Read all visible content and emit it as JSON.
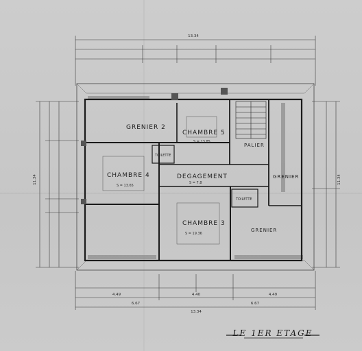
{
  "title": "LE 1ER ETAGE",
  "rooms": {
    "grenier_2": "GRENIER 2",
    "chambre_5": "CHAMBRE 5",
    "palier": "PALIER",
    "chambre_4": "CHAMBRE 4",
    "degagement": "DEGAGEMENT",
    "grenier_right": "GRENIER",
    "chambre_3": "CHAMBRE 3",
    "grenier_bottom": "GRENIER",
    "toilette_top": "TOILETTE",
    "toilette_mid": "TOILETTE"
  },
  "dimensions": {
    "overall_width_top": "13.34",
    "overall_width_bottom": "13.34",
    "overall_height_left": "11.34",
    "overall_height_right": "11.34",
    "half_left": "6.67",
    "half_right": "6.67",
    "seg_left": "4.49",
    "seg_right": "4.49",
    "center": "4.40",
    "ch4_area": "S = 13.65",
    "ch3_area": "S = 19.36",
    "degag_area": "S = 7.8",
    "ch5_area": "S = 13.85"
  }
}
